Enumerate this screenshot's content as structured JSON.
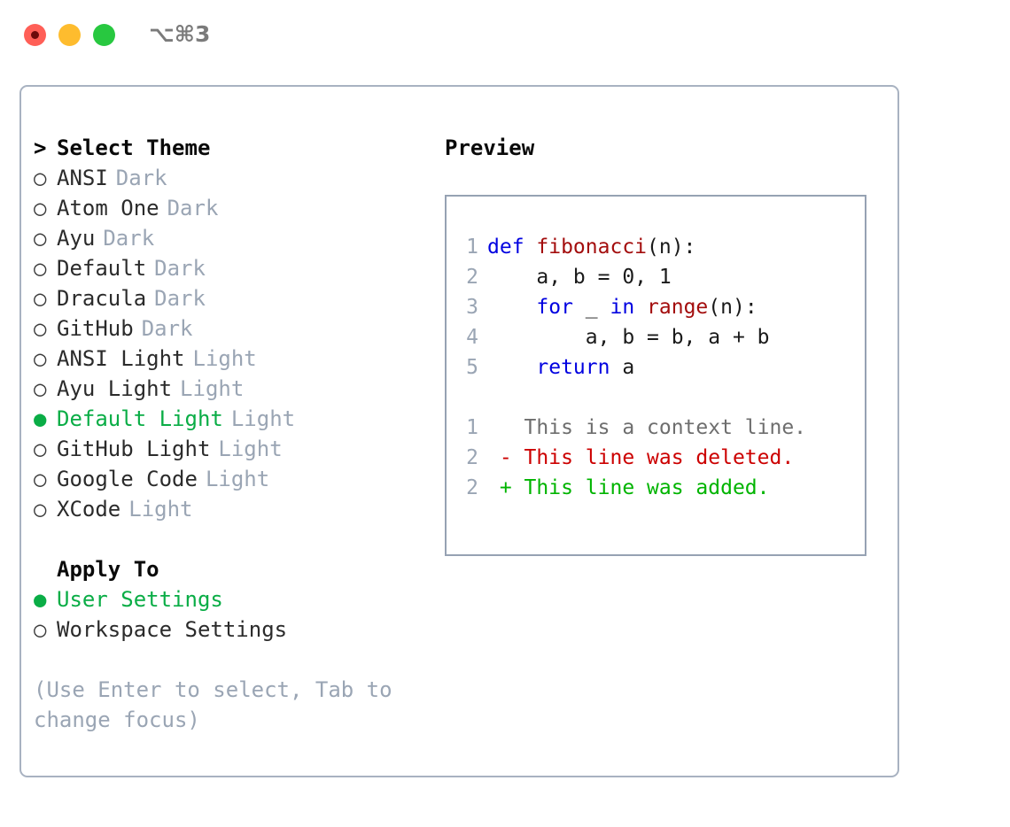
{
  "titlebar": {
    "shortcut": "⌥⌘3",
    "buttons": {
      "close": "close-button",
      "minimize": "minimize-button",
      "maximize": "maximize-button"
    }
  },
  "theme_panel": {
    "header_caret": ">",
    "header_label": "Select Theme",
    "bullet_unselected": "○",
    "bullet_selected": "●",
    "items": [
      {
        "name": "ANSI",
        "tag": "Dark",
        "selected": false
      },
      {
        "name": "Atom One",
        "tag": "Dark",
        "selected": false
      },
      {
        "name": "Ayu",
        "tag": "Dark",
        "selected": false
      },
      {
        "name": "Default",
        "tag": "Dark",
        "selected": false
      },
      {
        "name": "Dracula",
        "tag": "Dark",
        "selected": false
      },
      {
        "name": "GitHub",
        "tag": "Dark",
        "selected": false
      },
      {
        "name": "ANSI Light",
        "tag": "Light",
        "selected": false
      },
      {
        "name": "Ayu Light",
        "tag": "Light",
        "selected": false
      },
      {
        "name": "Default Light",
        "tag": "Light",
        "selected": true
      },
      {
        "name": "GitHub Light",
        "tag": "Light",
        "selected": false
      },
      {
        "name": "Google Code",
        "tag": "Light",
        "selected": false
      },
      {
        "name": "XCode",
        "tag": "Light",
        "selected": false
      }
    ]
  },
  "apply_to": {
    "header_label": "Apply To",
    "items": [
      {
        "name": "User Settings",
        "selected": true
      },
      {
        "name": "Workspace Settings",
        "selected": false
      }
    ]
  },
  "hint": "(Use Enter to select, Tab to change focus)",
  "preview": {
    "title": "Preview",
    "code_lines": [
      {
        "no": "1",
        "tokens": [
          {
            "t": "def ",
            "c": "kw"
          },
          {
            "t": "fibonacci",
            "c": "fn"
          },
          {
            "t": "(n):",
            "c": "pl"
          }
        ]
      },
      {
        "no": "2",
        "tokens": [
          {
            "t": "    a, b = 0, 1",
            "c": "pl"
          }
        ]
      },
      {
        "no": "3",
        "tokens": [
          {
            "t": "    ",
            "c": "pl"
          },
          {
            "t": "for",
            "c": "kw"
          },
          {
            "t": " _ ",
            "c": "pl"
          },
          {
            "t": "in",
            "c": "kw"
          },
          {
            "t": " ",
            "c": "pl"
          },
          {
            "t": "range",
            "c": "fn"
          },
          {
            "t": "(n):",
            "c": "pl"
          }
        ]
      },
      {
        "no": "4",
        "tokens": [
          {
            "t": "        a, b = b, a + b",
            "c": "pl"
          }
        ]
      },
      {
        "no": "5",
        "tokens": [
          {
            "t": "    ",
            "c": "pl"
          },
          {
            "t": "return",
            "c": "kw"
          },
          {
            "t": " a",
            "c": "pl"
          }
        ]
      }
    ],
    "diff_lines": [
      {
        "no": "1",
        "marker": " ",
        "text": "This is a context line.",
        "kind": "ctx"
      },
      {
        "no": "2",
        "marker": "-",
        "text": "This line was deleted.",
        "kind": "del"
      },
      {
        "no": "2",
        "marker": "+",
        "text": "This line was added.",
        "kind": "add"
      }
    ]
  },
  "colors": {
    "accent_green": "#0aad46",
    "muted_tag": "#9aa5b4",
    "border": "#a8b2c1",
    "keyword_blue": "#0000e0",
    "function_red": "#a30d0d",
    "diff_deleted": "#cc0000",
    "diff_added": "#00b400",
    "traffic_close": "#ff5f57",
    "traffic_minimize": "#febc2e",
    "traffic_maximize": "#28c840"
  }
}
